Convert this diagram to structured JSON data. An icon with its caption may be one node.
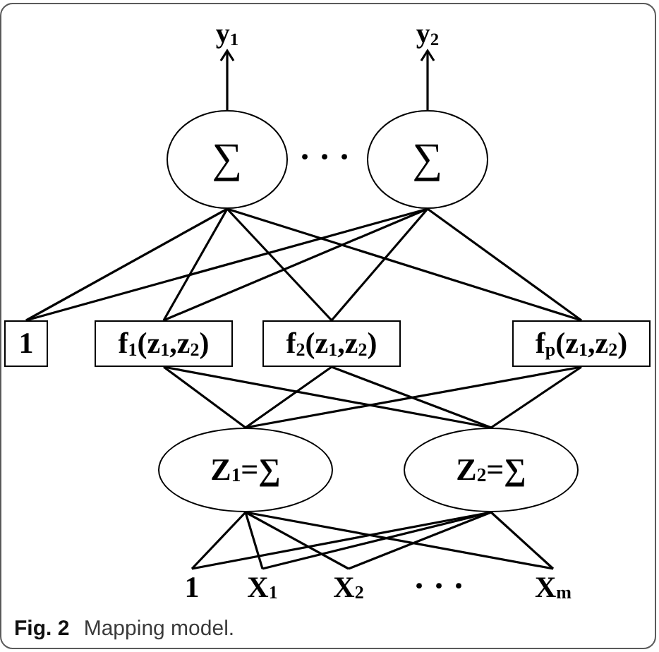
{
  "diagram": {
    "caption": "**Fig. 2** Mapping model.",
    "nodes": [
      {
        "text": [
          "y$_{1}$"
        ]
      },
      {
        "text": [
          "y$_{2}$"
        ]
      },
      {
        "text": [
          "∑"
        ]
      },
      {
        "text": [
          "∑"
        ]
      },
      {
        "text": [
          "1"
        ]
      },
      {
        "text": [
          "f$_{1}$(z$_{1}$,z$_{2}$)"
        ]
      },
      {
        "text": [
          "f$_{2}$(z$_{1}$,z$_{2}$)"
        ]
      },
      {
        "text": [
          "f$_{p}$(z$_{1}$,z$_{2}$)"
        ]
      },
      {
        "text": [
          "Z$_{1}$=∑"
        ]
      },
      {
        "text": [
          "Z$_{2}$=∑"
        ]
      },
      {
        "text": [
          "1"
        ]
      },
      {
        "text": [
          "X$_{1}$"
        ]
      },
      {
        "text": [
          "X$_{2}$"
        ]
      },
      {
        "text": [
          "X$_{m}$"
        ]
      }
    ],
    "edges": [
      {
        "from": 2,
        "to": 0,
        "arrow": "to"
      },
      {
        "from": 3,
        "to": 1,
        "arrow": "to"
      },
      {
        "from": 2,
        "to": 4,
        "arrow": "none"
      },
      {
        "from": 2,
        "to": 5,
        "arrow": "none"
      },
      {
        "from": 2,
        "to": 6,
        "arrow": "none"
      },
      {
        "from": 2,
        "to": 7,
        "arrow": "none"
      },
      {
        "from": 3,
        "to": 4,
        "arrow": "none"
      },
      {
        "from": 3,
        "to": 5,
        "arrow": "none"
      },
      {
        "from": 3,
        "to": 6,
        "arrow": "none"
      },
      {
        "from": 3,
        "to": 7,
        "arrow": "none"
      },
      {
        "from": 5,
        "to": 8,
        "arrow": "none"
      },
      {
        "from": 5,
        "to": 9,
        "arrow": "none"
      },
      {
        "from": 6,
        "to": 8,
        "arrow": "none"
      },
      {
        "from": 6,
        "to": 9,
        "arrow": "none"
      },
      {
        "from": 7,
        "to": 8,
        "arrow": "none"
      },
      {
        "from": 7,
        "to": 9,
        "arrow": "none"
      },
      {
        "from": 8,
        "to": 10,
        "arrow": "none"
      },
      {
        "from": 8,
        "to": 11,
        "arrow": "none"
      },
      {
        "from": 8,
        "to": 12,
        "arrow": "none"
      },
      {
        "from": 8,
        "to": 13,
        "arrow": "none"
      },
      {
        "from": 9,
        "to": 10,
        "arrow": "none"
      },
      {
        "from": 9,
        "to": 11,
        "arrow": "none"
      },
      {
        "from": 9,
        "to": 12,
        "arrow": "none"
      },
      {
        "from": 9,
        "to": 13,
        "arrow": "none"
      }
    ],
    "labels": [
      "· · ·",
      "· · ·"
    ]
  }
}
